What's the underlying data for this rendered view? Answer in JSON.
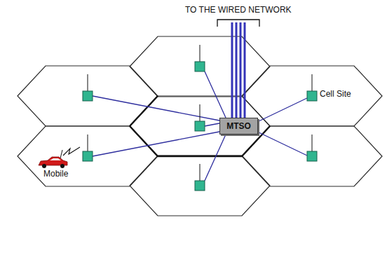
{
  "diagram": {
    "nodes": [
      {
        "text": [
          "MTSO"
        ]
      }
    ],
    "labels": [
      "TO THE WIRED NETWORK",
      "Cell Site",
      "Mobile"
    ]
  }
}
